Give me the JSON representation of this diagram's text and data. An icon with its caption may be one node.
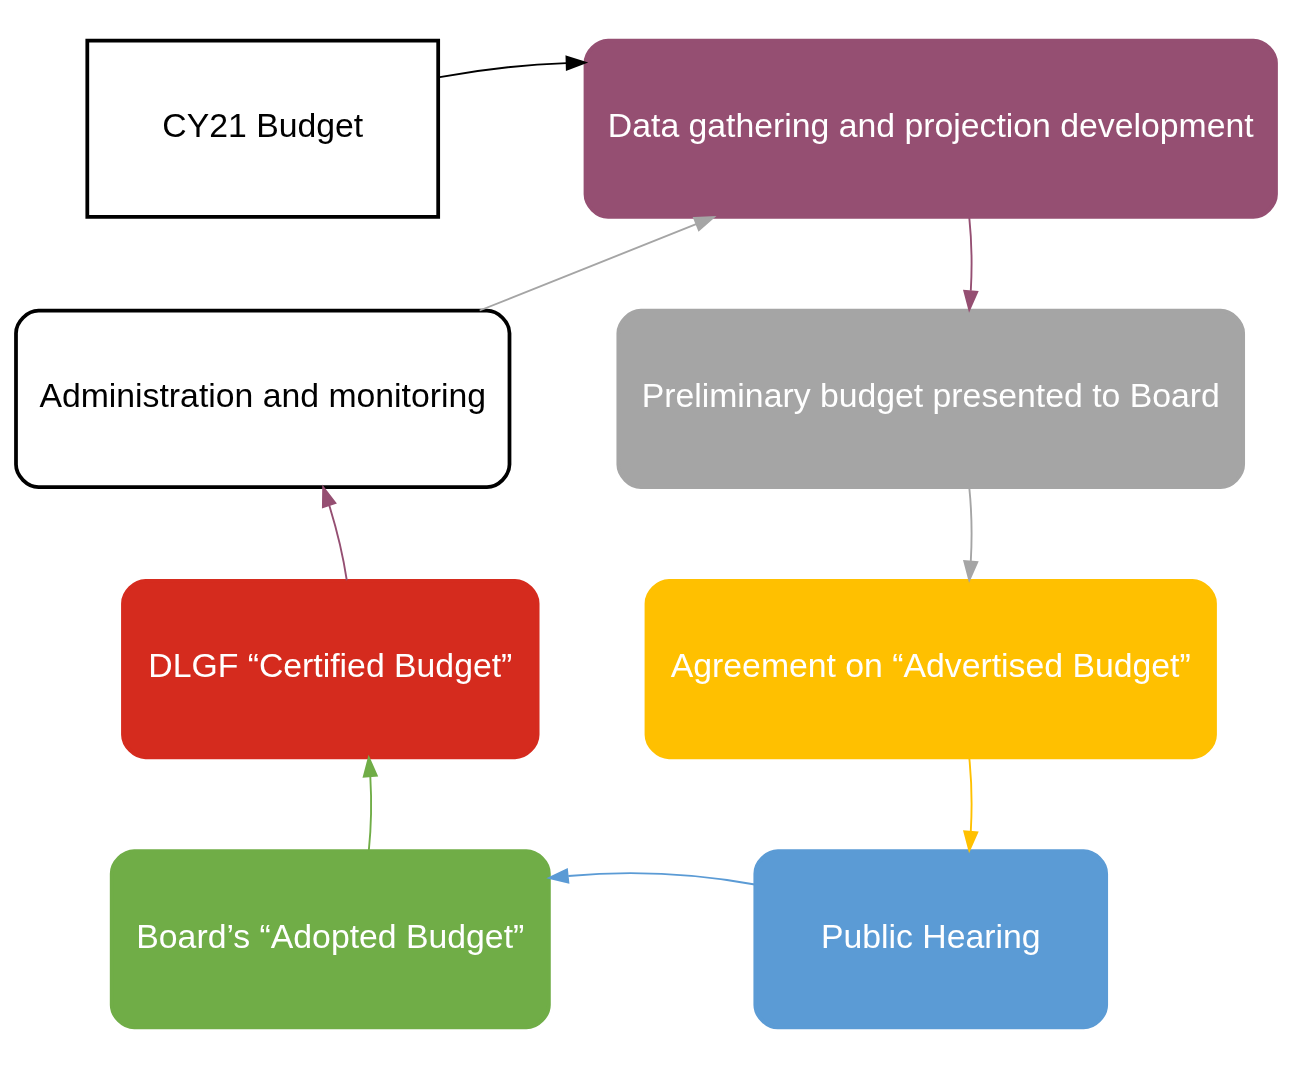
{
  "diagram": {
    "nodes": [
      {
        "text": [
          "CY21 Budget"
        ]
      },
      {
        "text": [
          "Data gathering and projection development"
        ]
      },
      {
        "text": [
          "Preliminary budget presented to Board"
        ]
      },
      {
        "text": [
          "Agreement on “Advertised Budget”"
        ]
      },
      {
        "text": [
          "Public Hearing"
        ]
      },
      {
        "text": [
          "Board’s “Adopted Budget”"
        ]
      },
      {
        "text": [
          "DLGF “Certified Budget”"
        ]
      },
      {
        "text": [
          "Administration and monitoring"
        ]
      }
    ],
    "edges": [
      {
        "from": 0,
        "to": 1,
        "arrow": "to",
        "color": "#000000"
      },
      {
        "from": 1,
        "to": 2,
        "arrow": "to",
        "color": "#954f72"
      },
      {
        "from": 2,
        "to": 3,
        "arrow": "to",
        "color": "#a5a5a5"
      },
      {
        "from": 3,
        "to": 4,
        "arrow": "to",
        "color": "#ffc000"
      },
      {
        "from": 4,
        "to": 5,
        "arrow": "to",
        "color": "#5b9bd5"
      },
      {
        "from": 5,
        "to": 6,
        "arrow": "to",
        "color": "#70ad47"
      },
      {
        "from": 6,
        "to": 7,
        "arrow": "to",
        "color": "#954f72"
      },
      {
        "from": 7,
        "to": 1,
        "arrow": "to",
        "color": "#a5a5a5"
      }
    ]
  }
}
